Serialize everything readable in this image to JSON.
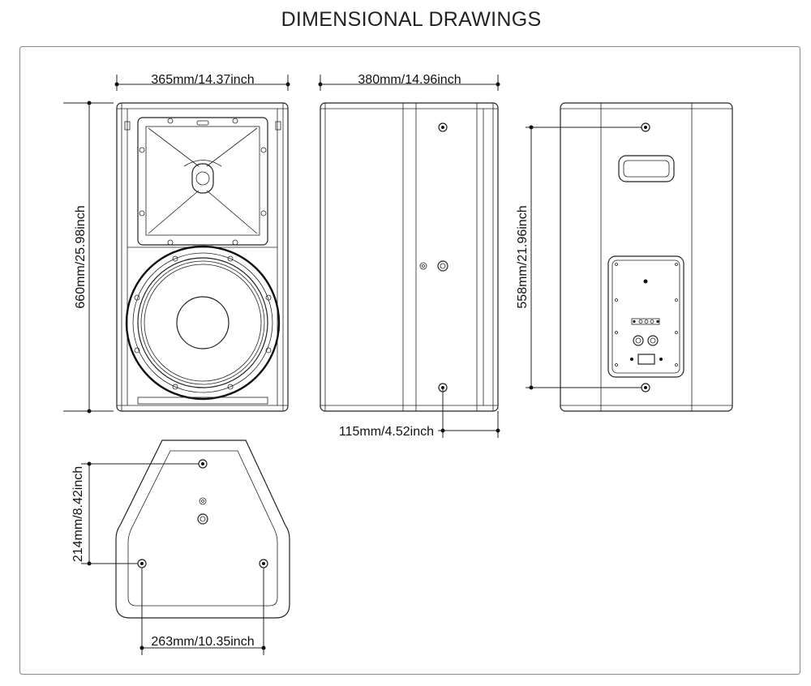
{
  "title": "DIMENSIONAL DRAWINGS",
  "dimensions": {
    "front_width": "365mm/14.37inch",
    "front_height": "660mm/25.98inch",
    "side_depth": "380mm/14.96inch",
    "side_rear_offset": "115mm/4.52inch",
    "rear_rigging_spacing": "558mm/21.96inch",
    "bottom_depth_spacing": "214mm/8.42inch",
    "bottom_width_spacing": "263mm/10.35inch"
  }
}
